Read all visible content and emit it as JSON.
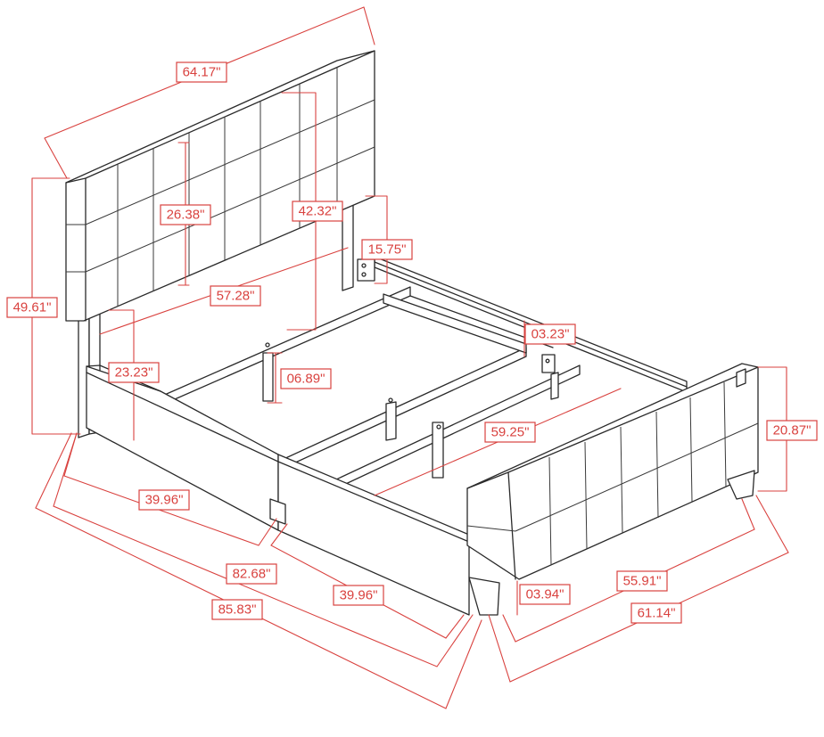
{
  "diagram": {
    "line_color": "#2a2a2a",
    "dimension_color": "#d9423f",
    "dimensions": {
      "headboard_width": "64.17\"",
      "headboard_total_height": "49.61\"",
      "headboard_tuft_height": "26.38\"",
      "headboard_upper_height": "42.32\"",
      "inner_length": "57.28\"",
      "headboard_leg_height": "23.23\"",
      "bracket_height": "15.75\"",
      "center_leg_height": "06.89\"",
      "slat_height": "03.23\"",
      "mid_length": "59.25\"",
      "footboard_height": "20.87\"",
      "rail_length_rear": "39.96\"",
      "rail_length_front": "39.96\"",
      "side_length": "82.68\"",
      "overall_length": "85.83\"",
      "leg_height": "03.94\"",
      "inner_width": "55.91\"",
      "overall_width": "61.14\""
    }
  }
}
